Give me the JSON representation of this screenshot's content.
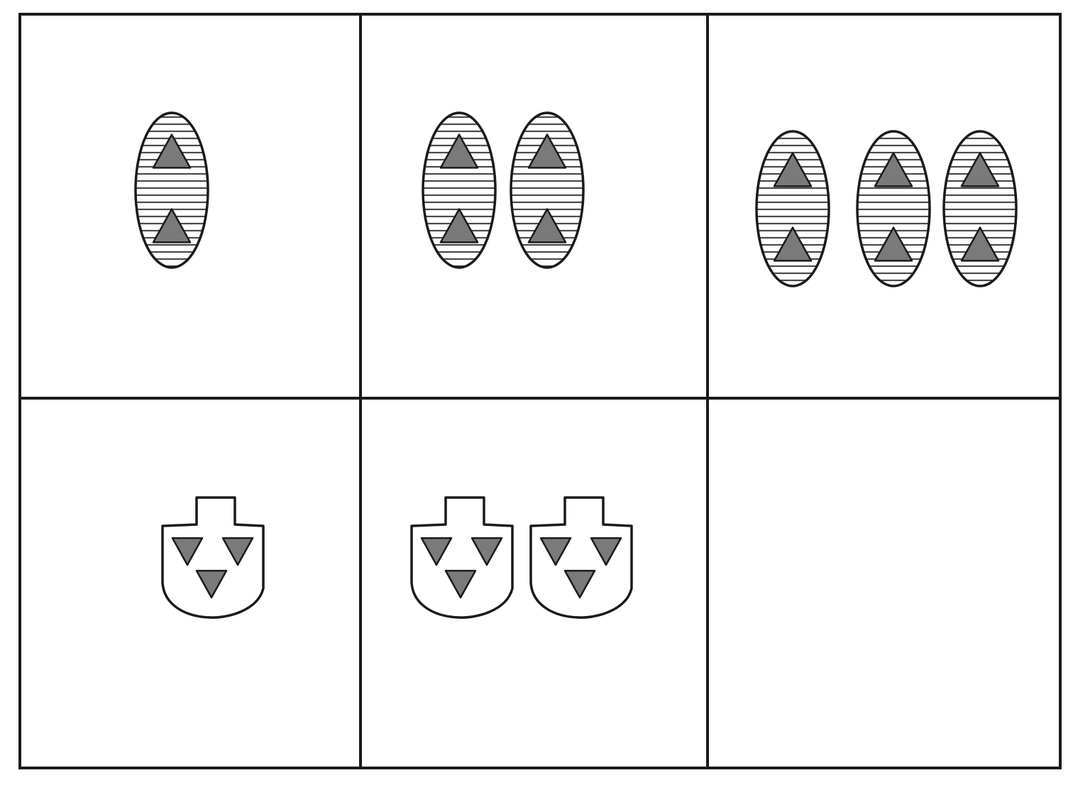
{
  "colors": {
    "background": "#ffffff",
    "line": "#1a1a1a",
    "triangle_fill": "#7a7a7a",
    "stripe": "#4a4a4a",
    "shield_fill": "#ffffff"
  },
  "grid": {
    "rows": 2,
    "columns": 3
  },
  "cells": [
    {
      "row": 1,
      "column": 1,
      "figure": "striped-oval",
      "count": 1,
      "triangles_per_figure": 2,
      "triangle_direction": "up"
    },
    {
      "row": 1,
      "column": 2,
      "figure": "striped-oval",
      "count": 2,
      "triangles_per_figure": 2,
      "triangle_direction": "up"
    },
    {
      "row": 1,
      "column": 3,
      "figure": "striped-oval",
      "count": 3,
      "triangles_per_figure": 2,
      "triangle_direction": "up"
    },
    {
      "row": 2,
      "column": 1,
      "figure": "shield",
      "count": 1,
      "triangles_per_figure": 3,
      "triangle_direction": "down"
    },
    {
      "row": 2,
      "column": 2,
      "figure": "shield",
      "count": 2,
      "triangles_per_figure": 3,
      "triangle_direction": "down"
    },
    {
      "row": 2,
      "column": 3,
      "figure": "none",
      "count": 0,
      "triangles_per_figure": 0,
      "triangle_direction": "none"
    }
  ]
}
